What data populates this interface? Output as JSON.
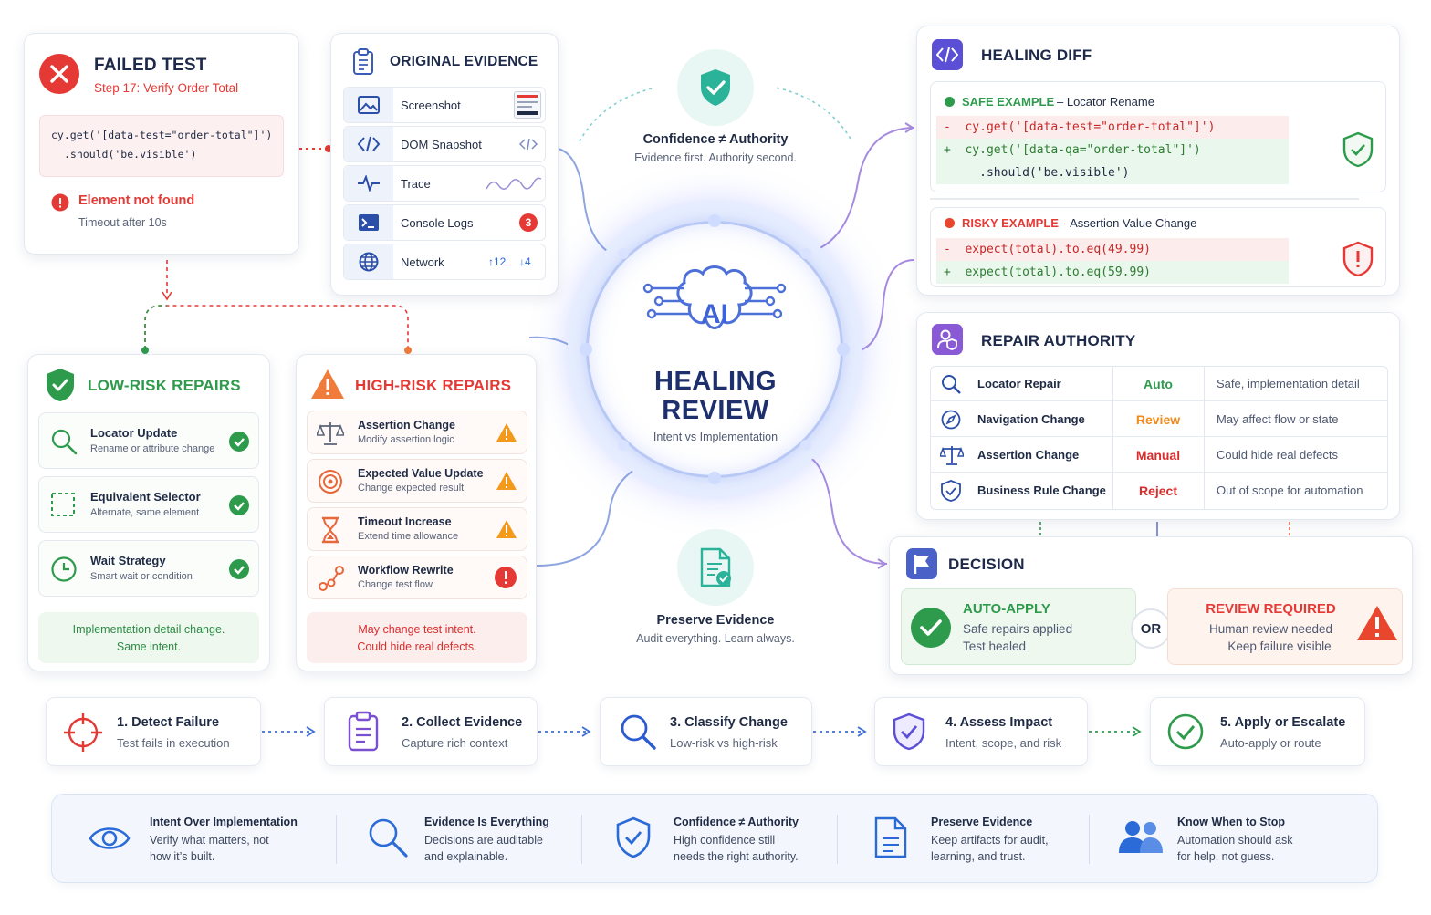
{
  "failed_test": {
    "title": "FAILED TEST",
    "step": "Step 17: Verify Order Total",
    "code_line1": "cy.get('[data-test=\"order-total\"]')",
    "code_line2": ".should('be.visible')",
    "error": "Element not found",
    "error_detail": "Timeout after 10s"
  },
  "evidence": {
    "title": "ORIGINAL EVIDENCE",
    "items": [
      {
        "label": "Screenshot",
        "icon": "image-icon"
      },
      {
        "label": "DOM Snapshot",
        "icon": "code-icon"
      },
      {
        "label": "Trace",
        "icon": "pulse-icon"
      },
      {
        "label": "Console Logs",
        "icon": "terminal-icon",
        "badge": "3"
      },
      {
        "label": "Network",
        "icon": "globe-icon",
        "up": "↑12",
        "down": "↓4"
      }
    ]
  },
  "center": {
    "top_title": "Confidence ≠ Authority",
    "top_sub": "Evidence first. Authority second.",
    "ai": "AI",
    "hub_title1": "HEALING",
    "hub_title2": "REVIEW",
    "hub_sub": "Intent vs Implementation",
    "bottom_title": "Preserve Evidence",
    "bottom_sub": "Audit everything. Learn always."
  },
  "low_risk": {
    "title": "LOW-RISK REPAIRS",
    "items": [
      {
        "name": "Locator Update",
        "sub": "Rename or attribute change"
      },
      {
        "name": "Equivalent Selector",
        "sub": "Alternate, same element"
      },
      {
        "name": "Wait Strategy",
        "sub": "Smart wait or condition"
      }
    ],
    "note1": "Implementation detail change.",
    "note2": "Same intent."
  },
  "high_risk": {
    "title": "HIGH-RISK REPAIRS",
    "items": [
      {
        "name": "Assertion Change",
        "sub": "Modify assertion logic"
      },
      {
        "name": "Expected Value Update",
        "sub": "Change expected result"
      },
      {
        "name": "Timeout Increase",
        "sub": "Extend time allowance"
      },
      {
        "name": "Workflow Rewrite",
        "sub": "Change test flow"
      }
    ],
    "note1": "May change test intent.",
    "note2": "Could hide real defects."
  },
  "diff": {
    "title": "HEALING DIFF",
    "safe_label": "SAFE EXAMPLE",
    "safe_desc": "– Locator Rename",
    "safe_minus": "-  cy.get('[data-test=\"order-total\"]')",
    "safe_plus": "+  cy.get('[data-qa=\"order-total\"]')",
    "safe_cont": "     .should('be.visible')",
    "risky_label": "RISKY EXAMPLE",
    "risky_desc": "– Assertion Value Change",
    "risky_minus": "-  expect(total).to.eq(49.99)",
    "risky_plus": "+  expect(total).to.eq(59.99)"
  },
  "authority": {
    "title": "REPAIR AUTHORITY",
    "rows": [
      {
        "name": "Locator Repair",
        "level": "Auto",
        "desc": "Safe, implementation detail",
        "color": "#2e9b4c"
      },
      {
        "name": "Navigation Change",
        "level": "Review",
        "desc": "May affect flow or state",
        "color": "#f08a1c"
      },
      {
        "name": "Assertion Change",
        "level": "Manual",
        "desc": "Could hide real defects",
        "color": "#d92d2d"
      },
      {
        "name": "Business Rule Change",
        "level": "Reject",
        "desc": "Out of scope for automation",
        "color": "#d92d2d"
      }
    ]
  },
  "decision": {
    "title": "DECISION",
    "auto_title": "AUTO-APPLY",
    "auto_l1": "Safe repairs applied",
    "auto_l2": "Test healed",
    "or": "OR",
    "review_title": "REVIEW REQUIRED",
    "review_l1": "Human review needed",
    "review_l2": "Keep failure visible"
  },
  "steps": [
    {
      "title": "1. Detect Failure",
      "sub": "Test fails in execution"
    },
    {
      "title": "2. Collect Evidence",
      "sub": "Capture rich context"
    },
    {
      "title": "3. Classify Change",
      "sub": "Low-risk vs high-risk"
    },
    {
      "title": "4. Assess Impact",
      "sub": "Intent, scope, and risk"
    },
    {
      "title": "5. Apply or Escalate",
      "sub": "Auto-apply or route"
    }
  ],
  "principles": [
    {
      "title": "Intent Over Implementation",
      "l1": "Verify what matters, not",
      "l2": "how it’s built."
    },
    {
      "title": "Evidence Is Everything",
      "l1": "Decisions are auditable",
      "l2": "and explainable."
    },
    {
      "title": "Confidence ≠ Authority",
      "l1": "High confidence still",
      "l2": "needs the right authority."
    },
    {
      "title": "Preserve Evidence",
      "l1": "Keep artifacts for audit,",
      "l2": "learning, and trust."
    },
    {
      "title": "Know When to Stop",
      "l1": "Automation should ask",
      "l2": "for help, not guess."
    }
  ],
  "colors": {
    "safe": "#2e9b4c",
    "risk": "#e53935",
    "warn": "#f08a1c",
    "primary": "#1e2f6e",
    "accent": "#4a7bd8"
  }
}
